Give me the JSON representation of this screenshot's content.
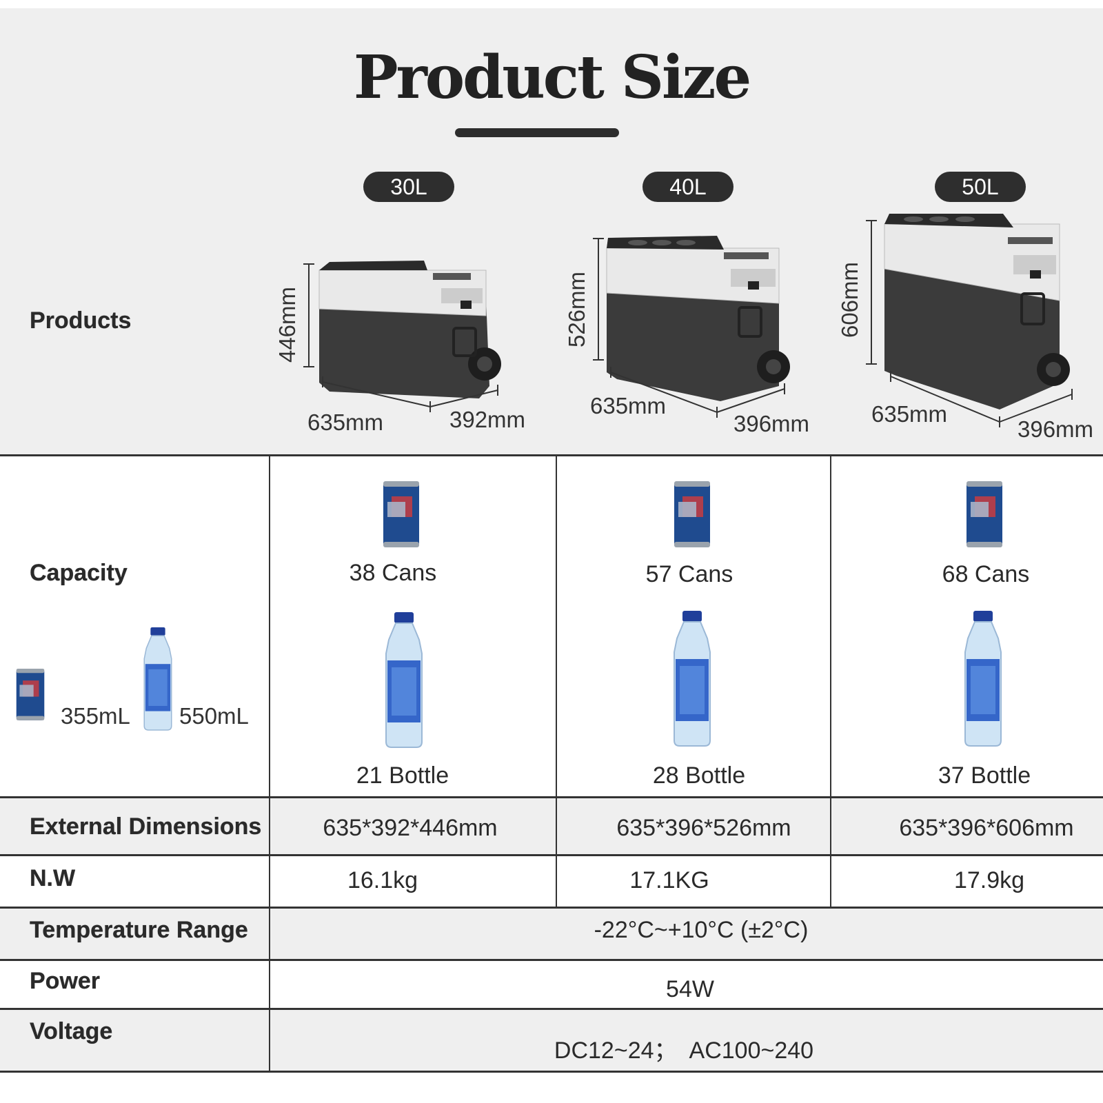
{
  "header": {
    "title": "Product Size"
  },
  "models": [
    {
      "size": "30L",
      "height": "446mm",
      "length": "635mm",
      "width": "392mm",
      "cans": "38 Cans",
      "bottles": "21 Bottle",
      "dimensions": "635*392*446mm",
      "weight": "16.1kg"
    },
    {
      "size": "40L",
      "height": "526mm",
      "length": "635mm",
      "width": "396mm",
      "cans": "57 Cans",
      "bottles": "28 Bottle",
      "dimensions": "635*396*526mm",
      "weight": "17.1KG"
    },
    {
      "size": "50L",
      "height": "606mm",
      "length": "635mm",
      "width": "396mm",
      "cans": "68 Cans",
      "bottles": "37 Bottle",
      "dimensions": "635*396*606mm",
      "weight": "17.9kg"
    }
  ],
  "labels": {
    "products": "Products",
    "capacity": "Capacity",
    "external_dimensions": "External Dimensions",
    "nw": "N.W",
    "temperature_range": "Temperature Range",
    "power": "Power",
    "voltage": "Voltage"
  },
  "legend": {
    "can_volume": "355mL",
    "bottle_volume": "550mL"
  },
  "shared": {
    "temperature_range": "-22°C~+10°C (±2°C)",
    "power": "54W",
    "voltage": "DC12~24；  AC100~240"
  },
  "colors": {
    "background_band": "#efefef",
    "pill": "#2e2e2e",
    "cooler_body": "#3b3b3b",
    "cooler_lid": "#e9e9e9"
  }
}
